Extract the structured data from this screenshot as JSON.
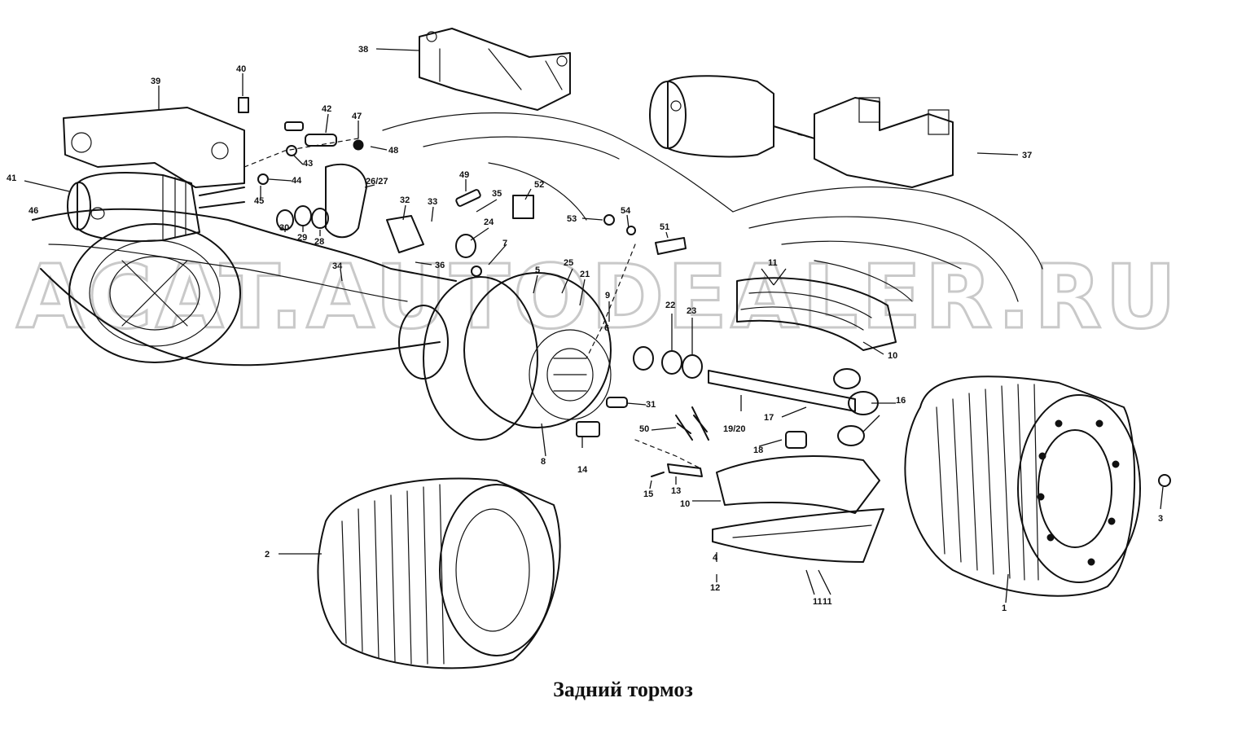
{
  "caption": "Задний тормоз",
  "watermark": "ACAT.AUTODEALER.RU",
  "callouts": [
    "1",
    "2",
    "3",
    "4",
    "5",
    "6",
    "7",
    "8",
    "9",
    "10",
    "10",
    "11",
    "11",
    "11",
    "12",
    "13",
    "14",
    "15",
    "16",
    "17",
    "18",
    "19/20",
    "21",
    "22",
    "23",
    "24",
    "25",
    "26/27",
    "28",
    "29",
    "30",
    "31",
    "32",
    "33",
    "34",
    "35",
    "36",
    "37",
    "38",
    "39",
    "40",
    "41",
    "42",
    "43",
    "44",
    "45",
    "46",
    "47",
    "48",
    "49",
    "50",
    "51",
    "52",
    "53",
    "54"
  ]
}
